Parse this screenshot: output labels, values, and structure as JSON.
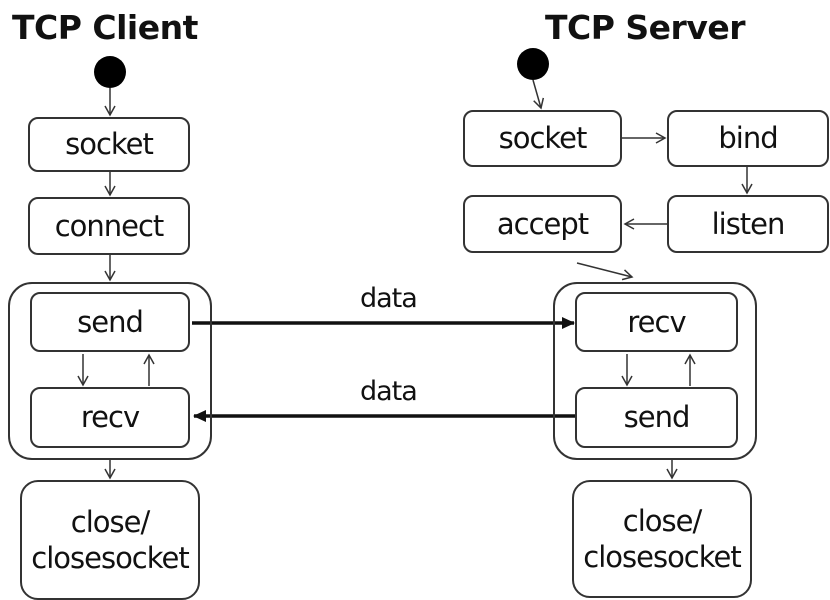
{
  "client": {
    "title": "TCP Client",
    "steps": {
      "socket": "socket",
      "connect": "connect",
      "send": "send",
      "recv": "recv",
      "close_line1": "close/",
      "close_line2": "closesocket"
    }
  },
  "server": {
    "title": "TCP Server",
    "steps": {
      "socket": "socket",
      "bind": "bind",
      "listen": "listen",
      "accept": "accept",
      "recv": "recv",
      "send": "send",
      "close_line1": "close/",
      "close_line2": "closesocket"
    }
  },
  "flows": {
    "client_to_server": "data",
    "server_to_client": "data"
  }
}
